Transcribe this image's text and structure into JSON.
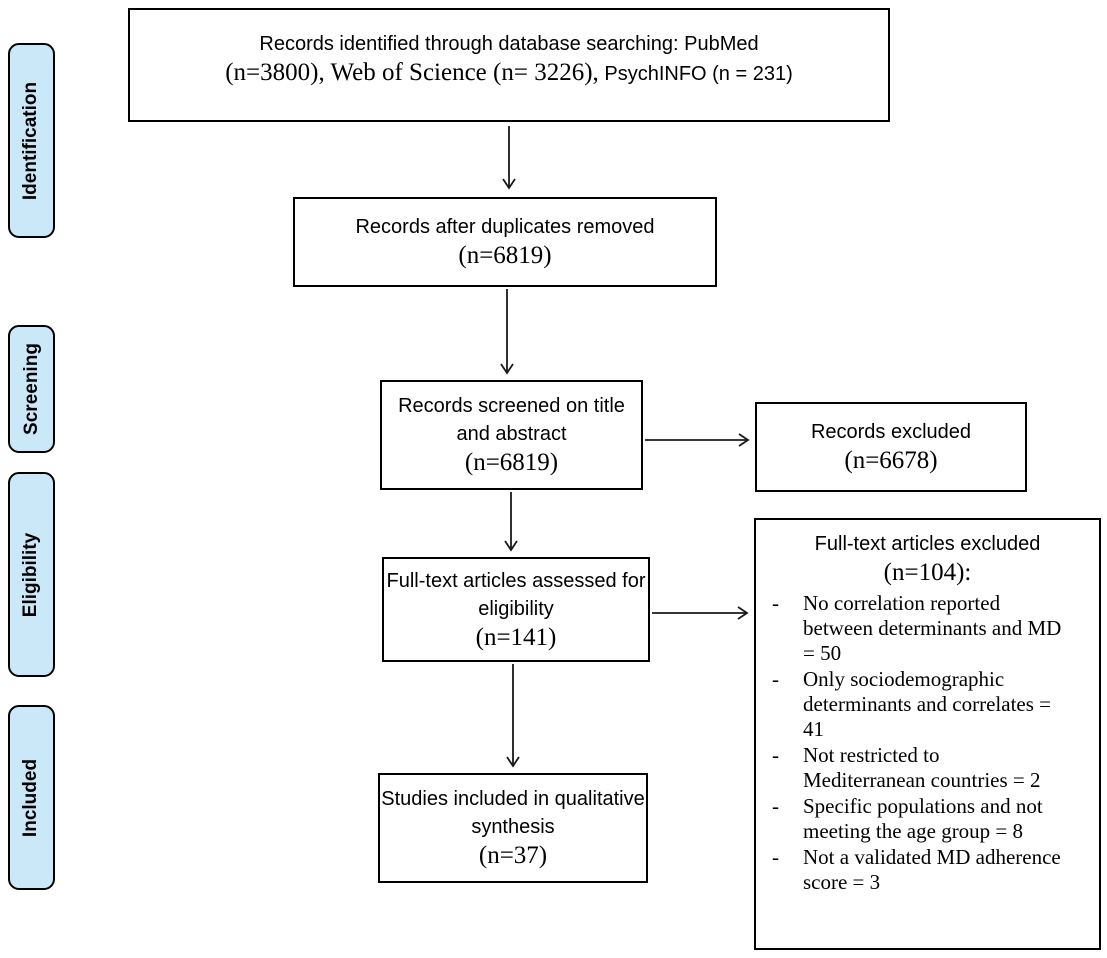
{
  "sidebar": {
    "stages": [
      {
        "id": "identification",
        "label": "Identification"
      },
      {
        "id": "screening",
        "label": "Screening"
      },
      {
        "id": "eligibility",
        "label": "Eligibility"
      },
      {
        "id": "included",
        "label": "Included"
      }
    ]
  },
  "flow": {
    "identified": {
      "title": "Records identified through database searching: PubMed",
      "detail_serif": "(n=3800), Web of Science (n= 3226),",
      "detail_sans": " PsychINFO (n = 231)"
    },
    "duplicates": {
      "title": "Records after duplicates removed",
      "count": "(n=6819)"
    },
    "screened": {
      "title": "Records screened on title and abstract",
      "count": "(n=6819)"
    },
    "records_excluded": {
      "title": "Records excluded",
      "count": "(n=6678)"
    },
    "fulltext": {
      "title": "Full-text articles assessed for eligibility",
      "count": "(n=141)"
    },
    "fulltext_excluded": {
      "title": "Full-text articles excluded",
      "count": "(n=104):",
      "reasons": [
        "No correlation reported between determinants and MD = 50",
        "Only sociodemographic determinants and correlates = 41",
        "Not restricted to Mediterranean countries = 2",
        "Specific populations and not meeting the age group = 8",
        "Not a validated MD adherence score = 3"
      ]
    },
    "included": {
      "title": "Studies included in qualitative synthesis",
      "count": "(n=37)"
    }
  },
  "colors": {
    "stage_fill": "#cbe8f8",
    "border": "#000000",
    "arrow": "#1a1a1a"
  }
}
